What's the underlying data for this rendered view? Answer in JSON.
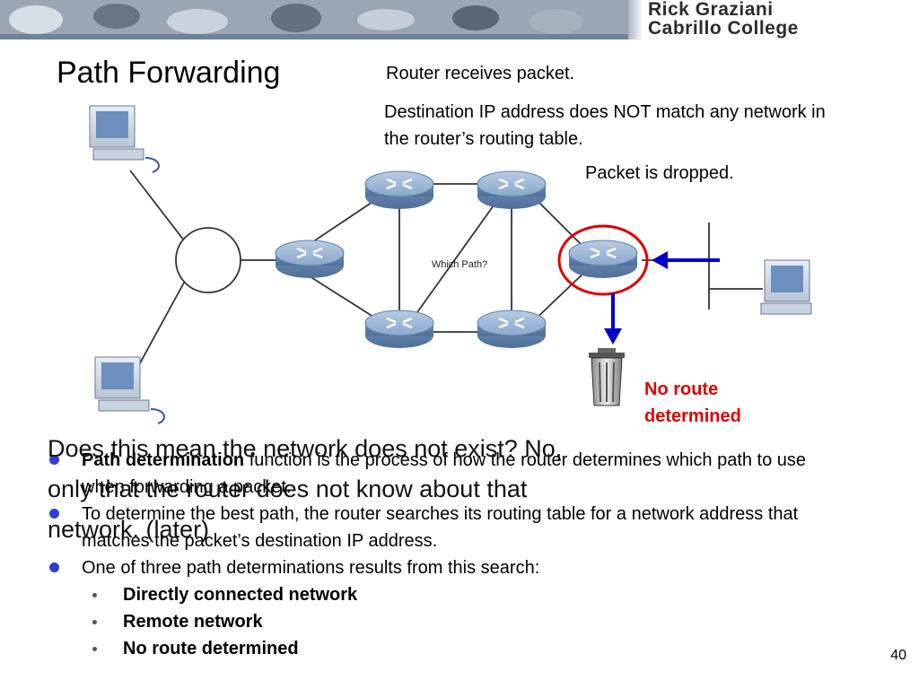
{
  "banner": {
    "author_name": "Rick Graziani",
    "author_college": "Cabrillo College"
  },
  "slide": {
    "title": "Path Forwarding",
    "captions": [
      "Router receives packet.",
      "Destination IP address does NOT match any network in the router’s routing table.",
      "Packet is dropped."
    ],
    "red_label": "No route determined",
    "center_label": "Which Path?",
    "overlay_text": "Does this mean the network does not exist? No, only that the router does not know about that network. (later)",
    "bullets": [
      {
        "bold": "Path determination",
        "rest": " function is the process of how the router determines which path to use when forwarding a packet."
      },
      {
        "bold": "",
        "rest": "To determine the best path, the router searches its routing table for a network address that matches the packet’s destination IP address."
      },
      {
        "bold": "",
        "rest": "One of three path determinations results from this search:"
      }
    ],
    "sub_bullets": [
      "Directly connected network",
      "Remote network",
      "No route determined"
    ],
    "page_number": "40"
  },
  "colors": {
    "accent_blue": "#0000cc",
    "highlight_red": "#e00000",
    "router_blue": "#7f9ec4"
  },
  "icons": [
    "router-icon",
    "computer-icon",
    "trash-can-icon",
    "hub-circle",
    "arrow-icon"
  ]
}
